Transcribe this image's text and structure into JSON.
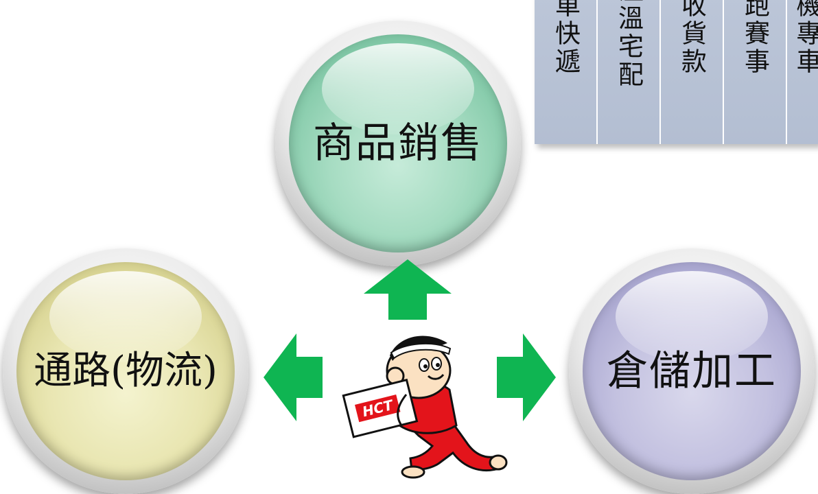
{
  "services": [
    {
      "text": "車快遞"
    },
    {
      "text": "溫溫宅配"
    },
    {
      "text": "收貨款"
    },
    {
      "text": "跑賽事"
    },
    {
      "text": "機專車"
    }
  ],
  "spheres": {
    "sales": {
      "label": "商品銷售",
      "color": "#8fd3b4"
    },
    "logistics": {
      "label": "通路(物流)",
      "color": "#e3e0a8"
    },
    "warehouse": {
      "label": "倉儲加工",
      "color": "#b8b5da"
    }
  },
  "arrow_color": "#0fb552",
  "mascot": {
    "box_label": "HCT"
  }
}
